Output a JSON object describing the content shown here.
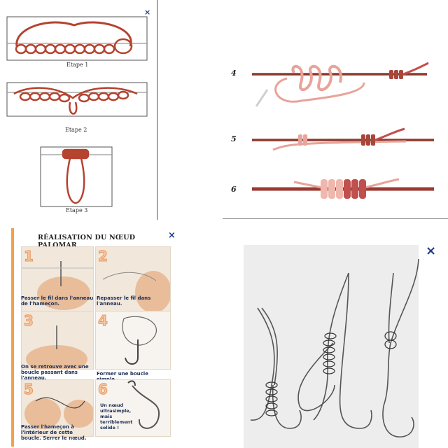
{
  "panel1": {
    "close_icon": "×",
    "steps": [
      "Etape 1",
      "Etape 2",
      "Etape 3"
    ]
  },
  "panel2": {
    "numbers": [
      "4",
      "5",
      "6"
    ]
  },
  "panel3": {
    "title": "RÉALISATION DU NŒUD PALOMAR",
    "close_icon": "×",
    "cells": [
      {
        "num": "1",
        "caption": "Passer le fil dans l'anneau de l'hameçon."
      },
      {
        "num": "2",
        "caption": "Repasser le fil dans l'anneau."
      },
      {
        "num": "3",
        "caption": "On se retrouve avec une boucle passant dans l'anneau."
      },
      {
        "num": "4",
        "caption": "Former une boucle simple."
      },
      {
        "num": "5",
        "caption": "Passer l'hameçon à l'intérieur de cette boucle. Serrer le nœud."
      },
      {
        "num": "6",
        "caption": "Un nœud ultrasimple, mais terriblement solide !"
      }
    ]
  },
  "panel4": {
    "close_icon": "×"
  },
  "colors": {
    "rope": "#b5432f",
    "rope_light": "#e8a39a",
    "line": "#777777",
    "icon": "#1d3c8a"
  }
}
